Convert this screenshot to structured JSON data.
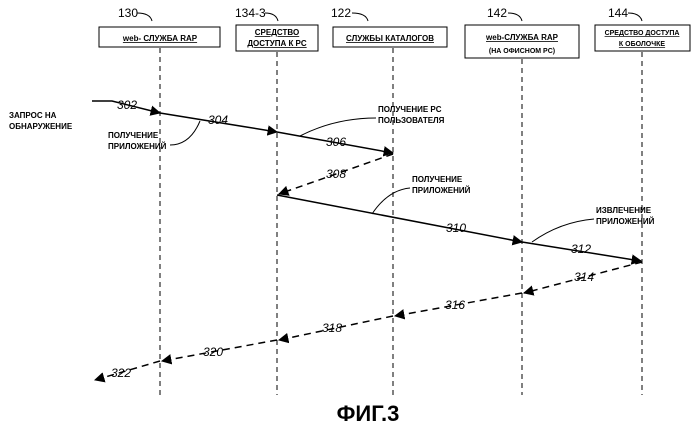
{
  "participants": [
    {
      "ref": "130",
      "title": "web- СЛУЖБА RAP",
      "subtitle": ""
    },
    {
      "ref": "134-3",
      "title": "СРЕДСТВО",
      "subtitle": "ДОСТУПА К PC"
    },
    {
      "ref": "122",
      "title": "СЛУЖБЫ КАТАЛОГОВ",
      "subtitle": ""
    },
    {
      "ref": "142",
      "title": "web-СЛУЖБА RAP",
      "subtitle": "(НА ОФИСНОМ PC)"
    },
    {
      "ref": "144",
      "title": "СРЕДСТВО ДОСТУПА",
      "subtitle": "К ОБОЛОЧКЕ"
    }
  ],
  "messages": [
    {
      "label": "302"
    },
    {
      "label": "304"
    },
    {
      "label": "306"
    },
    {
      "label": "308"
    },
    {
      "label": "310"
    },
    {
      "label": "312"
    },
    {
      "label": "314"
    },
    {
      "label": "316"
    },
    {
      "label": "318"
    },
    {
      "label": "320"
    },
    {
      "label": "322"
    }
  ],
  "notes": {
    "request_line1": "ЗАПРОС НА",
    "request_line2": "ОБНАРУЖЕНИЕ",
    "get_apps_1_line1": "ПОЛУЧЕНИЕ",
    "get_apps_1_line2": "ПРИЛОЖЕНИЙ",
    "get_pc_line1": "ПОЛУЧЕНИЕ PC",
    "get_pc_line2": "ПОЛЬЗОВАТЕЛЯ",
    "get_apps_2_line1": "ПОЛУЧЕНИЕ",
    "get_apps_2_line2": "ПРИЛОЖЕНИЙ",
    "extract_line1": "ИЗВЛЕЧЕНИЕ",
    "extract_line2": "ПРИЛОЖЕНИЙ"
  },
  "figure_caption": "ФИГ.3"
}
